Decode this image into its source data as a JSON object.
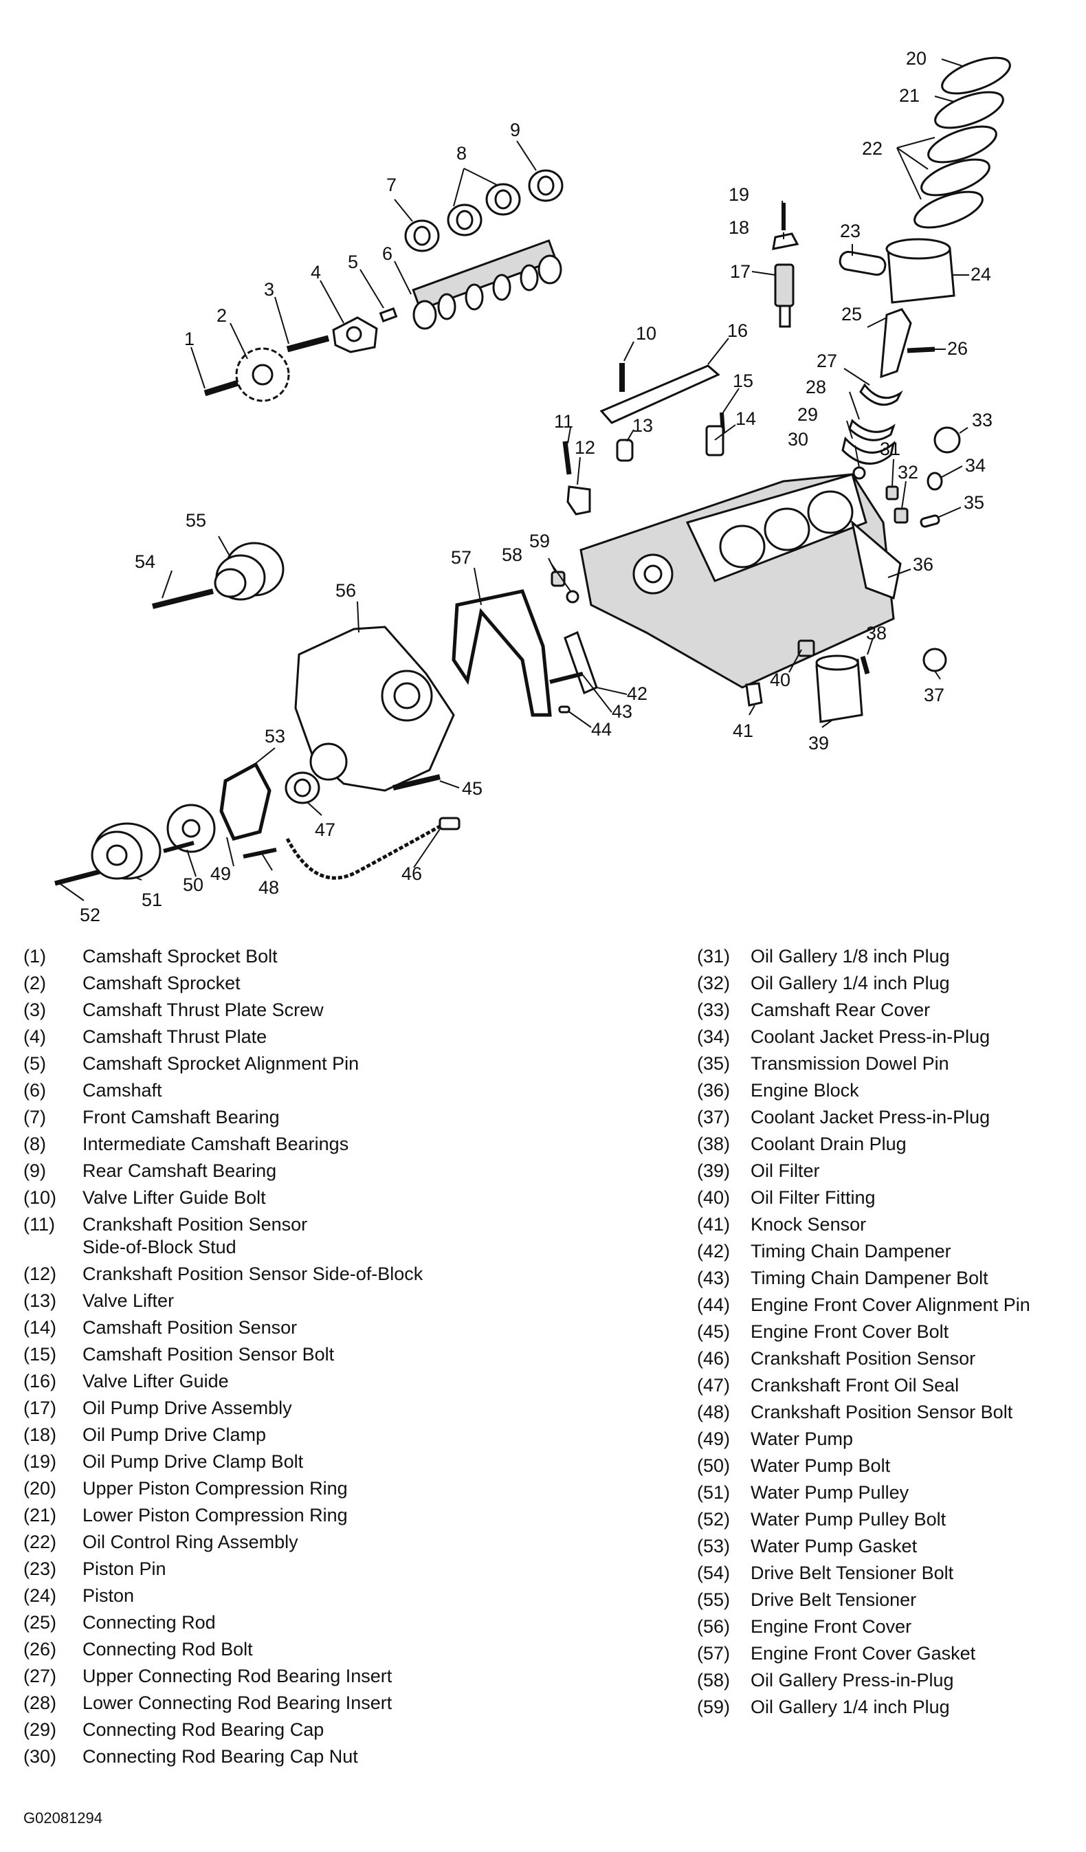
{
  "figure_code": "G02081294",
  "callouts": [
    "1",
    "2",
    "3",
    "4",
    "5",
    "6",
    "7",
    "8",
    "9",
    "10",
    "11",
    "12",
    "13",
    "14",
    "15",
    "16",
    "17",
    "18",
    "19",
    "20",
    "21",
    "22",
    "23",
    "24",
    "25",
    "26",
    "27",
    "28",
    "29",
    "30",
    "31",
    "32",
    "33",
    "34",
    "35",
    "36",
    "37",
    "38",
    "39",
    "40",
    "41",
    "42",
    "43",
    "44",
    "45",
    "46",
    "47",
    "48",
    "49",
    "50",
    "51",
    "52",
    "53",
    "54",
    "55",
    "56",
    "57",
    "58",
    "59"
  ],
  "legend_left": [
    {
      "num": "(1)",
      "label": "Camshaft Sprocket Bolt"
    },
    {
      "num": "(2)",
      "label": "Camshaft Sprocket"
    },
    {
      "num": "(3)",
      "label": "Camshaft Thrust Plate Screw"
    },
    {
      "num": "(4)",
      "label": "Camshaft Thrust Plate"
    },
    {
      "num": "(5)",
      "label": "Camshaft Sprocket Alignment Pin"
    },
    {
      "num": "(6)",
      "label": "Camshaft"
    },
    {
      "num": "(7)",
      "label": "Front Camshaft Bearing"
    },
    {
      "num": "(8)",
      "label": "Intermediate Camshaft Bearings"
    },
    {
      "num": "(9)",
      "label": "Rear Camshaft Bearing"
    },
    {
      "num": "(10)",
      "label": "Valve Lifter Guide Bolt"
    },
    {
      "num": "(11)",
      "label": "Crankshaft Position Sensor",
      "label2": "Side-of-Block Stud"
    },
    {
      "num": "(12)",
      "label": "Crankshaft Position Sensor Side-of-Block"
    },
    {
      "num": "(13)",
      "label": "Valve Lifter"
    },
    {
      "num": "(14)",
      "label": "Camshaft Position Sensor"
    },
    {
      "num": "(15)",
      "label": "Camshaft Position Sensor Bolt"
    },
    {
      "num": "(16)",
      "label": "Valve Lifter Guide"
    },
    {
      "num": "(17)",
      "label": "Oil Pump Drive Assembly"
    },
    {
      "num": "(18)",
      "label": "Oil Pump Drive Clamp"
    },
    {
      "num": "(19)",
      "label": "Oil Pump Drive Clamp Bolt"
    },
    {
      "num": "(20)",
      "label": "Upper Piston Compression Ring"
    },
    {
      "num": "(21)",
      "label": "Lower Piston Compression Ring"
    },
    {
      "num": "(22)",
      "label": "Oil Control Ring Assembly"
    },
    {
      "num": "(23)",
      "label": "Piston Pin"
    },
    {
      "num": "(24)",
      "label": "Piston"
    },
    {
      "num": "(25)",
      "label": "Connecting Rod"
    },
    {
      "num": "(26)",
      "label": "Connecting Rod Bolt"
    },
    {
      "num": "(27)",
      "label": "Upper Connecting Rod Bearing Insert"
    },
    {
      "num": "(28)",
      "label": "Lower Connecting Rod Bearing Insert"
    },
    {
      "num": "(29)",
      "label": "Connecting Rod Bearing Cap"
    },
    {
      "num": "(30)",
      "label": "Connecting Rod Bearing Cap Nut"
    }
  ],
  "legend_right": [
    {
      "num": "(31)",
      "label": "Oil Gallery 1/8 inch Plug"
    },
    {
      "num": "(32)",
      "label": "Oil Gallery 1/4 inch Plug"
    },
    {
      "num": "(33)",
      "label": "Camshaft Rear Cover"
    },
    {
      "num": "(34)",
      "label": "Coolant Jacket Press-in-Plug"
    },
    {
      "num": "(35)",
      "label": "Transmission Dowel Pin"
    },
    {
      "num": "(36)",
      "label": "Engine Block"
    },
    {
      "num": "(37)",
      "label": "Coolant Jacket Press-in-Plug"
    },
    {
      "num": "(38)",
      "label": "Coolant Drain Plug"
    },
    {
      "num": "(39)",
      "label": "Oil Filter"
    },
    {
      "num": "(40)",
      "label": "Oil Filter Fitting"
    },
    {
      "num": "(41)",
      "label": "Knock Sensor"
    },
    {
      "num": "(42)",
      "label": "Timing Chain Dampener"
    },
    {
      "num": "(43)",
      "label": "Timing Chain Dampener Bolt"
    },
    {
      "num": "(44)",
      "label": "Engine Front Cover Alignment Pin"
    },
    {
      "num": "(45)",
      "label": "Engine Front Cover Bolt"
    },
    {
      "num": "(46)",
      "label": "Crankshaft Position Sensor"
    },
    {
      "num": "(47)",
      "label": "Crankshaft Front Oil Seal"
    },
    {
      "num": "(48)",
      "label": "Crankshaft Position Sensor Bolt"
    },
    {
      "num": "(49)",
      "label": "Water Pump"
    },
    {
      "num": "(50)",
      "label": "Water Pump Bolt"
    },
    {
      "num": "(51)",
      "label": "Water Pump Pulley"
    },
    {
      "num": "(52)",
      "label": "Water Pump Pulley Bolt"
    },
    {
      "num": "(53)",
      "label": "Water Pump Gasket"
    },
    {
      "num": "(54)",
      "label": "Drive Belt Tensioner Bolt"
    },
    {
      "num": "(55)",
      "label": "Drive Belt Tensioner"
    },
    {
      "num": "(56)",
      "label": "Engine Front Cover"
    },
    {
      "num": "(57)",
      "label": "Engine Front Cover Gasket"
    },
    {
      "num": "(58)",
      "label": "Oil Gallery Press-in-Plug"
    },
    {
      "num": "(59)",
      "label": "Oil Gallery 1/4 inch Plug"
    }
  ]
}
